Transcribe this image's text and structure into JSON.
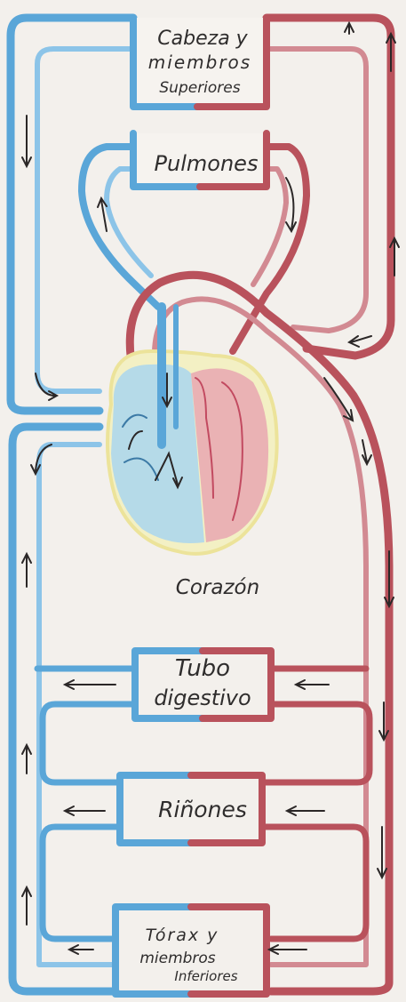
{
  "organs": {
    "head": {
      "line1": "Cabeza y",
      "line2": "miembros",
      "line3": "Superiores"
    },
    "lungs": {
      "label": "Pulmones"
    },
    "heart": {
      "label": "Corazón"
    },
    "digestive": {
      "line1": "Tubo",
      "line2": "digestivo"
    },
    "kidneys": {
      "label": "Riñones"
    },
    "thorax": {
      "line1": "Tórax y",
      "line2": "miembros",
      "line3": "Inferiores"
    }
  },
  "colors": {
    "oxygenated": "#b9525c",
    "deoxygenated": "#5aa6d8",
    "heart_left": "#e8a7b1",
    "heart_right": "#a9d6ef",
    "heart_outline": "#eee6a0",
    "ink": "#2b2727"
  }
}
